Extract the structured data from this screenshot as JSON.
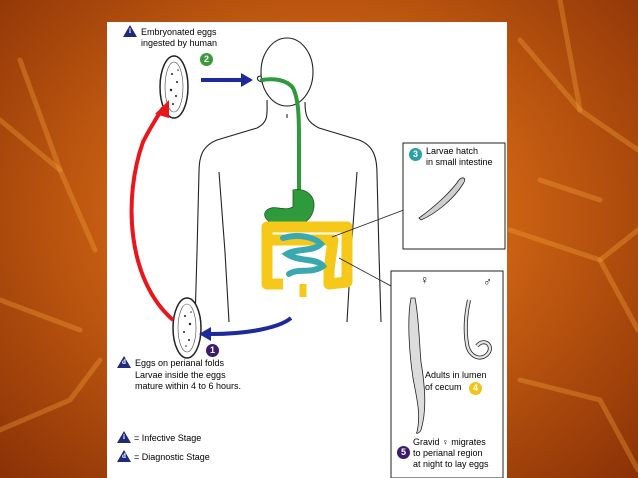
{
  "stage_i": {
    "marker": "i",
    "label_line1": "Embryonated eggs",
    "label_line2": "ingested by human",
    "number": "2"
  },
  "stage_3": {
    "number": "3",
    "line1": "Larvae hatch",
    "line2": "in small intestine"
  },
  "stage_4": {
    "female_symbol": "♀",
    "male_symbol": "♂",
    "line1": "Adults in lumen",
    "line2": "of cecum",
    "number": "4"
  },
  "stage_5": {
    "number": "5",
    "line1": "Gravid ♀ migrates",
    "line2": "to perianal region",
    "line3": "at night to lay eggs"
  },
  "stage_d": {
    "marker": "d",
    "number": "1",
    "line1": "Eggs on perianal folds",
    "line2": "Larvae inside the eggs",
    "line3": "mature within 4 to 6 hours."
  },
  "legend": {
    "infective": {
      "marker": "i",
      "text": "= Infective Stage"
    },
    "diagnostic": {
      "marker": "d",
      "text": "= Diagnostic Stage"
    }
  },
  "colors": {
    "number_green": "#3a9a3a",
    "number_teal": "#2aa0a6",
    "number_yellow": "#f2c419",
    "number_purple": "#3a1b6e",
    "marker_navy": "#1f2a7a",
    "arrow_red": "#e8171c",
    "arrow_blue": "#1c2a9c",
    "gut_green": "#2e9a3b",
    "colon_yellow": "#f5c81a",
    "smallint_teal": "#3aa8b0"
  }
}
